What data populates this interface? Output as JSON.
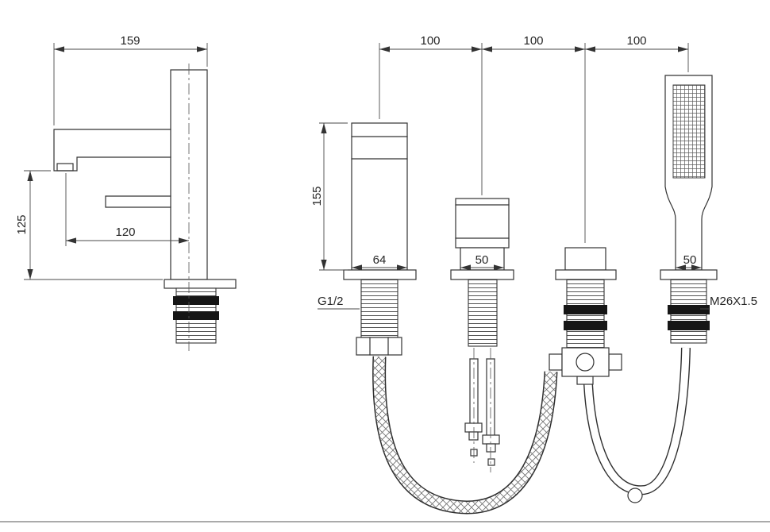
{
  "side_view": {
    "dim_overall_width": "159",
    "dim_spout_height": "125",
    "dim_spout_reach": "120"
  },
  "front_view": {
    "dim_spacing_a": "100",
    "dim_spacing_b": "100",
    "dim_spacing_c": "100",
    "dim_body_height": "155",
    "dim_spout_base_width": "64",
    "dim_diverter_width": "50",
    "dim_shower_width": "50",
    "thread_spec_inlet": "G1/2",
    "thread_spec_shower": "M26X1.5"
  },
  "colors": {
    "line": "#333333",
    "text": "#262626",
    "background": "#ffffff"
  }
}
